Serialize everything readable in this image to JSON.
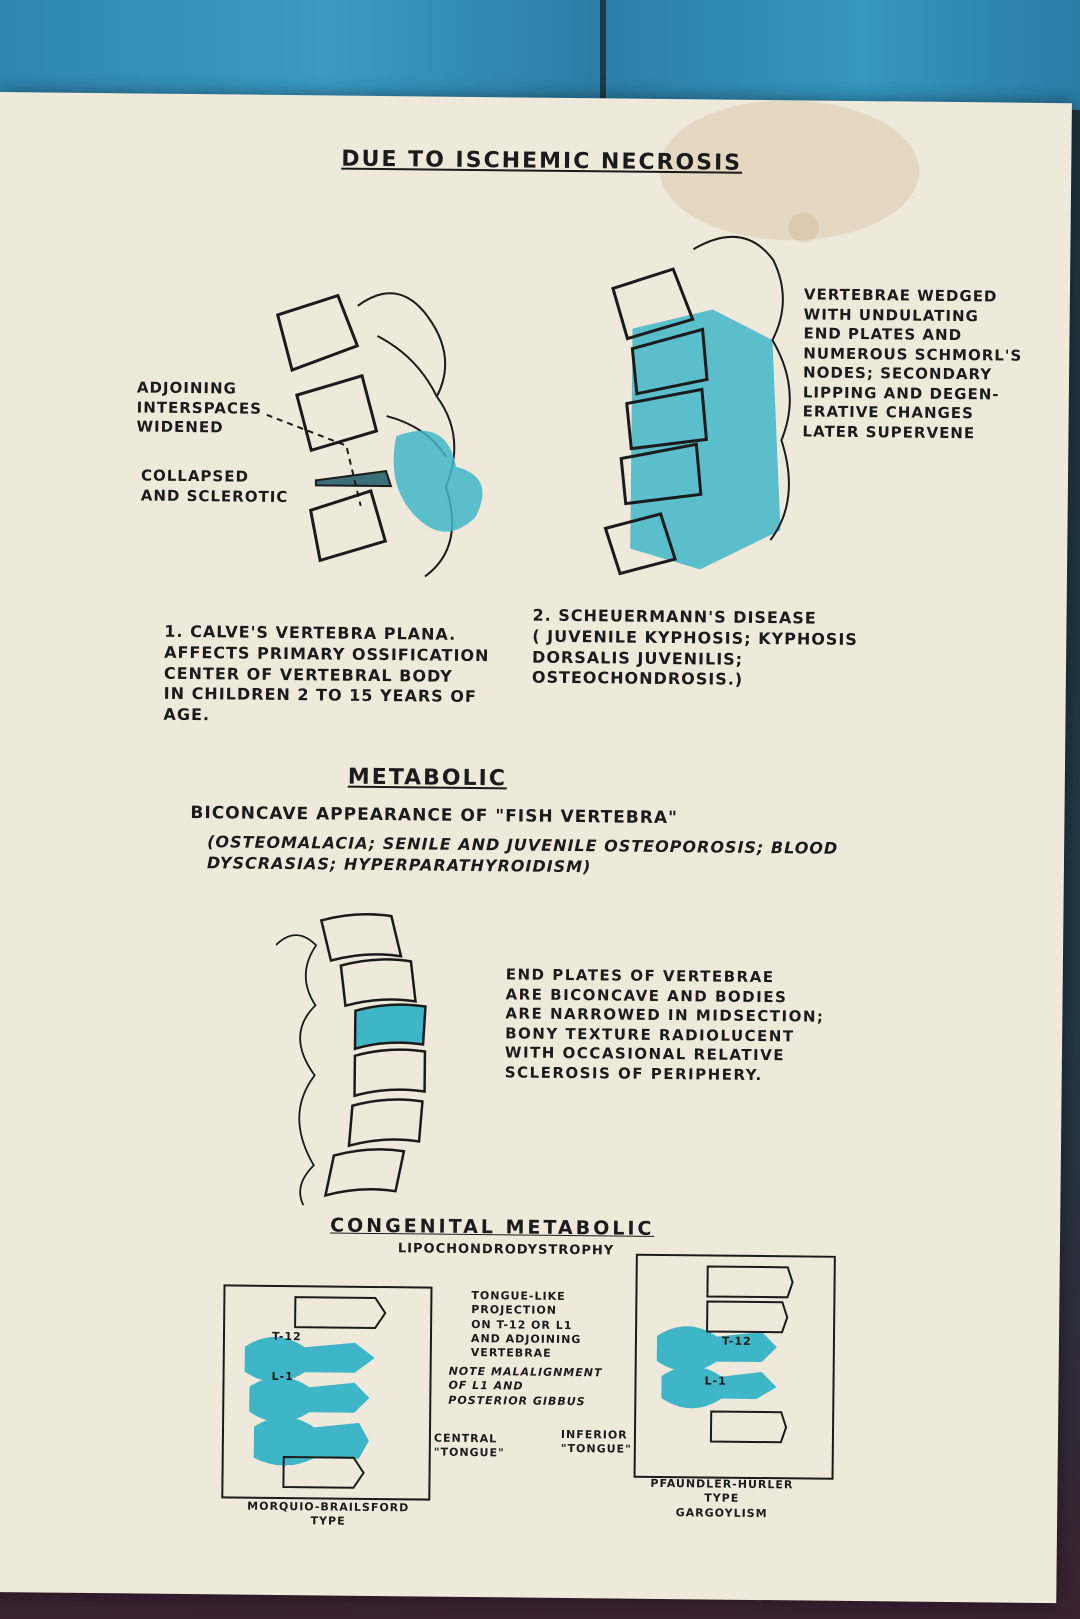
{
  "title": "DUE TO ISCHEMIC NECROSIS",
  "labels": {
    "adjoining": "ADJOINING\nINTERSPACES\nWIDENED",
    "collapsed": "COLLAPSED\nAND SCLEROTIC",
    "wedged": "VERTEBRAE WEDGED\nWITH UNDULATING\nEND PLATES AND\nNUMEROUS SCHMORL'S\nNODES; SECONDARY\nLIPPING AND DEGEN-\nERATIVE CHANGES\nLATER SUPERVENE"
  },
  "item1": "1. CALVE'S VERTEBRA PLANA.\n    AFFECTS PRIMARY OSSIFICATION\n    CENTER OF VERTEBRAL BODY\n    IN CHILDREN  2 TO 15 YEARS OF\n    AGE.",
  "item2": "2.  SCHEUERMANN'S DISEASE\n     ( JUVENILE KYPHOSIS; KYPHOSIS\n       DORSALIS JUVENILIS;\n       OSTEOCHONDROSIS.)",
  "metabolic": {
    "heading": "METABOLIC",
    "line1": "BICONCAVE APPEARANCE OF \"FISH VERTEBRA\"",
    "line2": "(OSTEOMALACIA; SENILE AND JUVENILE OSTEOPOROSIS; BLOOD\n   DYSCRASIAS; HYPERPARATHYROIDISM)",
    "description": "END PLATES OF VERTEBRAE\nARE BICONCAVE AND BODIES\nARE NARROWED IN MIDSECTION;\nBONY TEXTURE RADIOLUCENT\nWITH OCCASIONAL RELATIVE\nSCLEROSIS OF PERIPHERY."
  },
  "congenital": {
    "heading": "CONGENITAL   METABOLIC",
    "subheading": "LIPOCHONDRODYSTROPHY",
    "tongue": "TONGUE-LIKE\nPROJECTION\nON T-12 OR L1\nAND ADJOINING\nVERTEBRAE",
    "note": "NOTE MALALIGNMENT\nOF L1 AND\nPOSTERIOR GIBBUS",
    "central": "CENTRAL\n\"TONGUE\"",
    "inferior": "INFERIOR\n\"TONGUE\"",
    "left_type": "MORQUIO-BRAILSFORD\nTYPE",
    "right_type": "PFAUNDLER-HURLER\nTYPE\nGARGOYLISM",
    "t12": "T-12",
    "l1": "L-1"
  },
  "colors": {
    "paper": "#efe9dc",
    "ink": "#1b1b1b",
    "teal": "#3fb6c8"
  }
}
